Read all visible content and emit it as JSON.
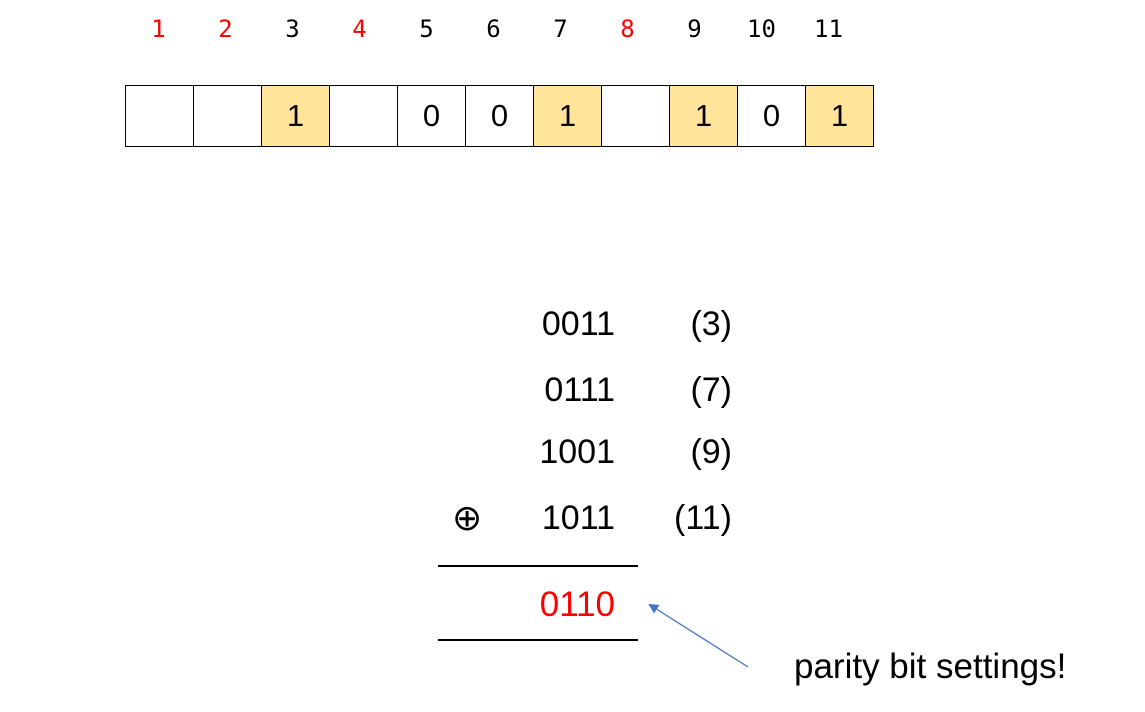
{
  "colors": {
    "parity_red": "#ff0000",
    "data_black": "#000000",
    "highlight_yellow": "#ffe49a",
    "arrow_blue": "#4472c4"
  },
  "positions": [
    {
      "label": "1",
      "parity": true
    },
    {
      "label": "2",
      "parity": true
    },
    {
      "label": "3",
      "parity": false
    },
    {
      "label": "4",
      "parity": true
    },
    {
      "label": "5",
      "parity": false
    },
    {
      "label": "6",
      "parity": false
    },
    {
      "label": "7",
      "parity": false
    },
    {
      "label": "8",
      "parity": true
    },
    {
      "label": "9",
      "parity": false
    },
    {
      "label": "10",
      "parity": false
    },
    {
      "label": "11",
      "parity": false
    }
  ],
  "bits": [
    {
      "value": "",
      "highlight": false
    },
    {
      "value": "",
      "highlight": false
    },
    {
      "value": "1",
      "highlight": true
    },
    {
      "value": "",
      "highlight": false
    },
    {
      "value": "0",
      "highlight": false
    },
    {
      "value": "0",
      "highlight": false
    },
    {
      "value": "1",
      "highlight": true
    },
    {
      "value": "",
      "highlight": false
    },
    {
      "value": "1",
      "highlight": true
    },
    {
      "value": "0",
      "highlight": false
    },
    {
      "value": "1",
      "highlight": true
    }
  ],
  "calculation": {
    "rows": [
      {
        "binary": "0011",
        "decimal": "(3)",
        "operator": ""
      },
      {
        "binary": "0111",
        "decimal": "(7)",
        "operator": ""
      },
      {
        "binary": "1001",
        "decimal": "(9)",
        "operator": ""
      },
      {
        "binary": "1011",
        "decimal": "(11)",
        "operator": "⊕"
      }
    ],
    "result": "0110"
  },
  "annotation": {
    "text": "parity bit settings!"
  }
}
